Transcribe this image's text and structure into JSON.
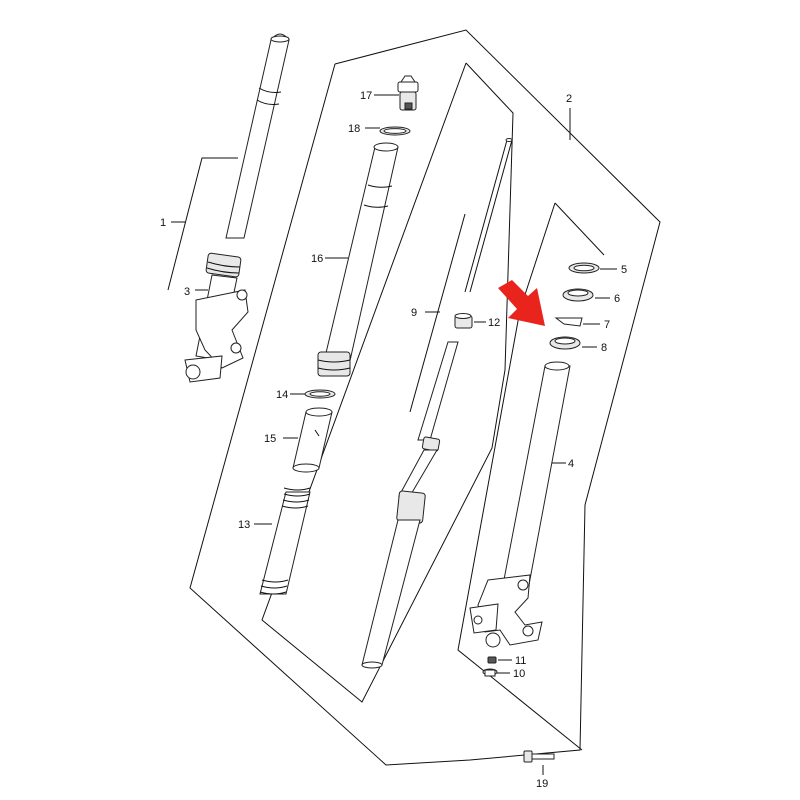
{
  "labels": {
    "p1": "1",
    "p2": "2",
    "p3": "3",
    "p4": "4",
    "p5": "5",
    "p6": "6",
    "p7": "7",
    "p8": "8",
    "p9": "9",
    "p10": "10",
    "p11": "11",
    "p12": "12",
    "p13": "13",
    "p14": "14",
    "p15": "15",
    "p16": "16",
    "p17": "17",
    "p18": "18",
    "p19": "19"
  },
  "colors": {
    "highlight_arrow": "#e8241c"
  }
}
